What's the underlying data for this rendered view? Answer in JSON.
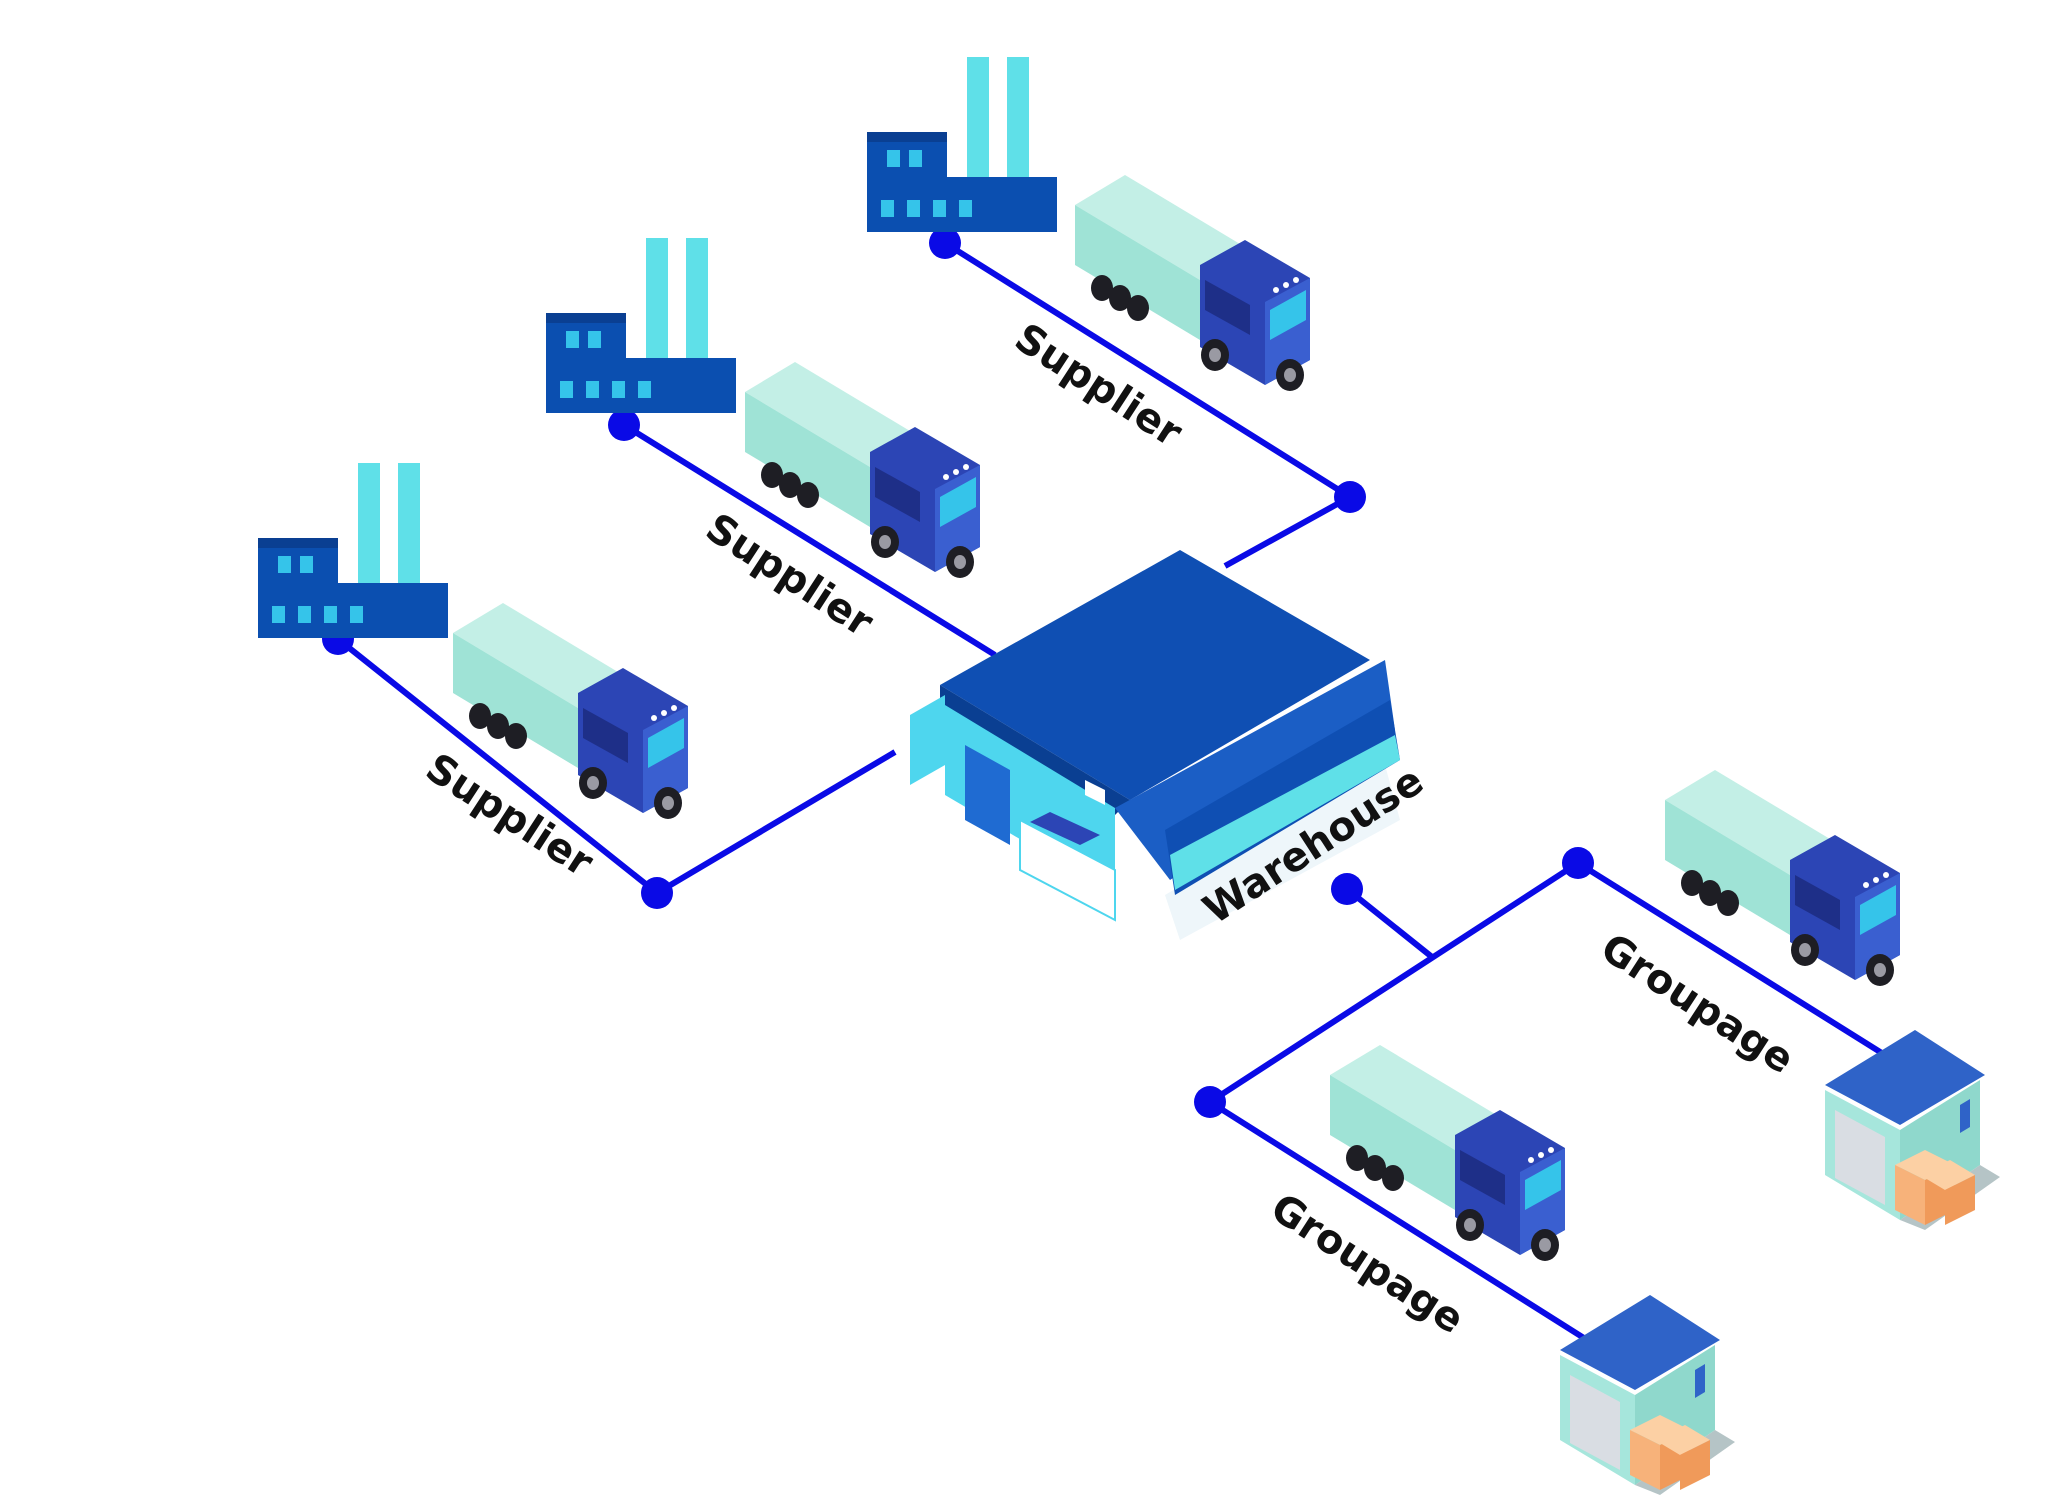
{
  "colors": {
    "line": "#0a0ae6",
    "factory_dark": "#0b4fb0",
    "factory_window": "#35c4ea",
    "chimney": "#5fe0e8",
    "truck_cab": "#2c45b5",
    "truck_trailer": "#9fe3d6",
    "warehouse_roof": "#0f4fb3",
    "warehouse_wall": "#4ed6ee",
    "depot_roof": "#2f63c8",
    "depot_wall": "#a6e6dc",
    "box": "#f7b27a"
  },
  "diagram": {
    "hub": {
      "label": "Warehouse"
    },
    "inbound": [
      {
        "label": "Supplier"
      },
      {
        "label": "Supplier"
      },
      {
        "label": "Supplier"
      }
    ],
    "outbound": [
      {
        "label": "Groupage"
      },
      {
        "label": "Groupage"
      }
    ]
  }
}
